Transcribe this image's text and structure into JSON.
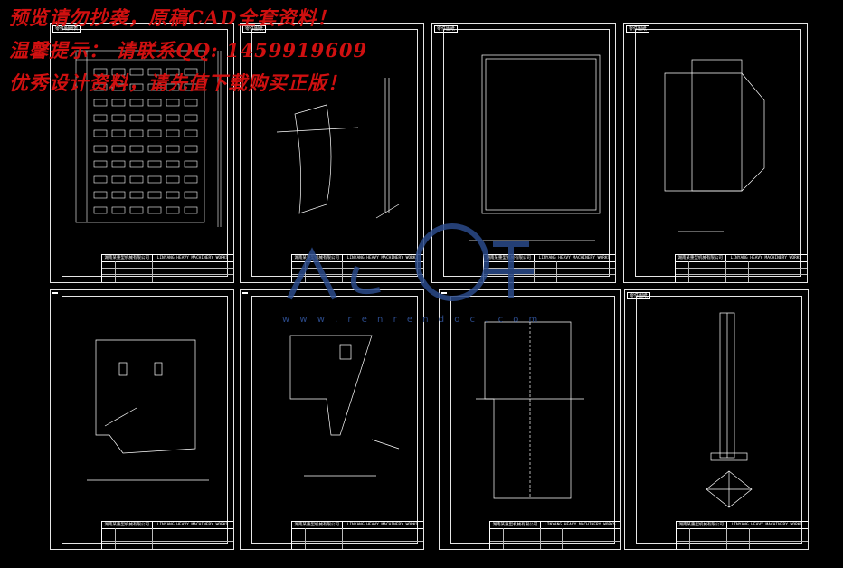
{
  "watermark": {
    "line1": "预览请勿抄袭，原稿CAD全套资料！",
    "line2": "温馨提示：  请联系QQ: 1459919609",
    "line3": "优秀设计资料，请先值下载购买正版！",
    "color": "#d01010"
  },
  "logo": {
    "text": "人人文库",
    "url": "w w w . r e n r e n d o c . c o m",
    "color": "#2b4a8a"
  },
  "sheets": [
    {
      "tag": "零件明细表",
      "company": "湖南某重型机械有限公司",
      "project": "LINYANG HEAVY MACHINERY WORKS"
    },
    {
      "tag": "零件图纸",
      "company": "湖南某重型机械有限公司",
      "project": "LINYANG HEAVY MACHINERY WORKS"
    },
    {
      "tag": "零件图纸",
      "company": "湖南某重型机械有限公司",
      "project": "LINYANG HEAVY MACHINERY WORKS"
    },
    {
      "tag": "零件图纸",
      "company": "湖南某重型机械有限公司",
      "project": "LINYANG HEAVY MACHINERY WORKS"
    },
    {
      "tag": "",
      "company": "湖南某重型机械有限公司",
      "project": "LINYANG HEAVY MACHINERY WORKS"
    },
    {
      "tag": "",
      "company": "湖南某重型机械有限公司",
      "project": "LINYANG HEAVY MACHINERY WORKS"
    },
    {
      "tag": "",
      "company": "湖南某重型机械有限公司",
      "project": "LINYANG HEAVY MACHINERY WORKS"
    },
    {
      "tag": "零件图纸",
      "company": "湖南某重型机械有限公司",
      "project": "LINYANG HEAVY MACHINERY WORKS"
    }
  ]
}
